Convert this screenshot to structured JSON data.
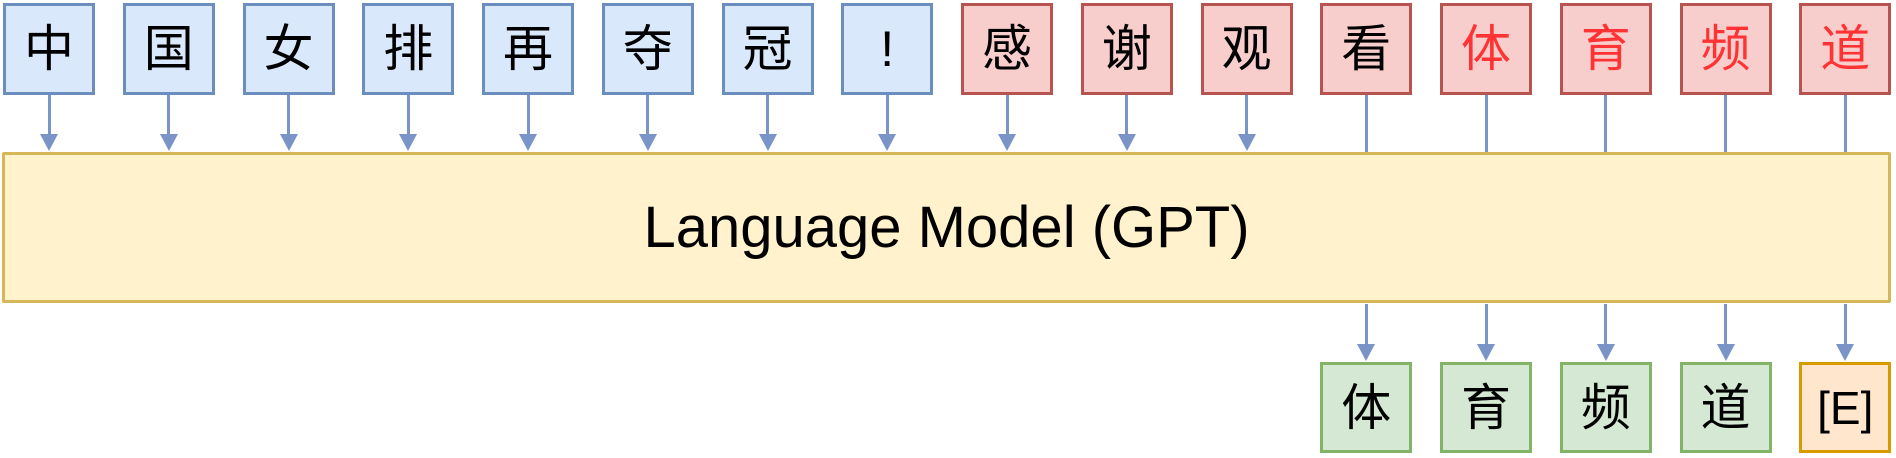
{
  "background": "#ffffff",
  "palette": {
    "blue_fill": "#dae8fc",
    "blue_stroke": "#6c8ebf",
    "pink_fill": "#f8cecc",
    "pink_stroke": "#b85450",
    "yellow_fill": "#fff2cc",
    "yellow_stroke": "#d6b656",
    "green_fill": "#d5e8d4",
    "green_stroke": "#82b366",
    "orange_fill": "#ffe6cc",
    "orange_stroke": "#d79b00",
    "red_text": "#ff3333",
    "black_text": "#000000",
    "arrow": "#7a94c8"
  },
  "model": {
    "label": "Language Model (GPT)"
  },
  "input_sentence": "中国女排再夺冠!感谢观看体育频道",
  "input_tokens": [
    {
      "char": "中",
      "box": "blue",
      "text": "black",
      "connector": "arrow"
    },
    {
      "char": "国",
      "box": "blue",
      "text": "black",
      "connector": "arrow"
    },
    {
      "char": "女",
      "box": "blue",
      "text": "black",
      "connector": "arrow"
    },
    {
      "char": "排",
      "box": "blue",
      "text": "black",
      "connector": "arrow"
    },
    {
      "char": "再",
      "box": "blue",
      "text": "black",
      "connector": "arrow"
    },
    {
      "char": "夺",
      "box": "blue",
      "text": "black",
      "connector": "arrow"
    },
    {
      "char": "冠",
      "box": "blue",
      "text": "black",
      "connector": "arrow"
    },
    {
      "char": "!",
      "box": "blue",
      "text": "black",
      "connector": "arrow"
    },
    {
      "char": "感",
      "box": "pink",
      "text": "black",
      "connector": "arrow"
    },
    {
      "char": "谢",
      "box": "pink",
      "text": "black",
      "connector": "arrow"
    },
    {
      "char": "观",
      "box": "pink",
      "text": "black",
      "connector": "arrow"
    },
    {
      "char": "看",
      "box": "pink",
      "text": "black",
      "connector": "line"
    },
    {
      "char": "体",
      "box": "pink",
      "text": "red",
      "connector": "line"
    },
    {
      "char": "育",
      "box": "pink",
      "text": "red",
      "connector": "line"
    },
    {
      "char": "频",
      "box": "pink",
      "text": "red",
      "connector": "line"
    },
    {
      "char": "道",
      "box": "pink",
      "text": "red",
      "connector": "line"
    }
  ],
  "output_tokens": [
    {
      "char": "体",
      "box": "green",
      "text": "black",
      "column": 11
    },
    {
      "char": "育",
      "box": "green",
      "text": "black",
      "column": 12
    },
    {
      "char": "频",
      "box": "green",
      "text": "black",
      "column": 13
    },
    {
      "char": "道",
      "box": "green",
      "text": "black",
      "column": 14
    },
    {
      "char": "[E]",
      "box": "orange",
      "text": "black",
      "column": 15
    }
  ]
}
